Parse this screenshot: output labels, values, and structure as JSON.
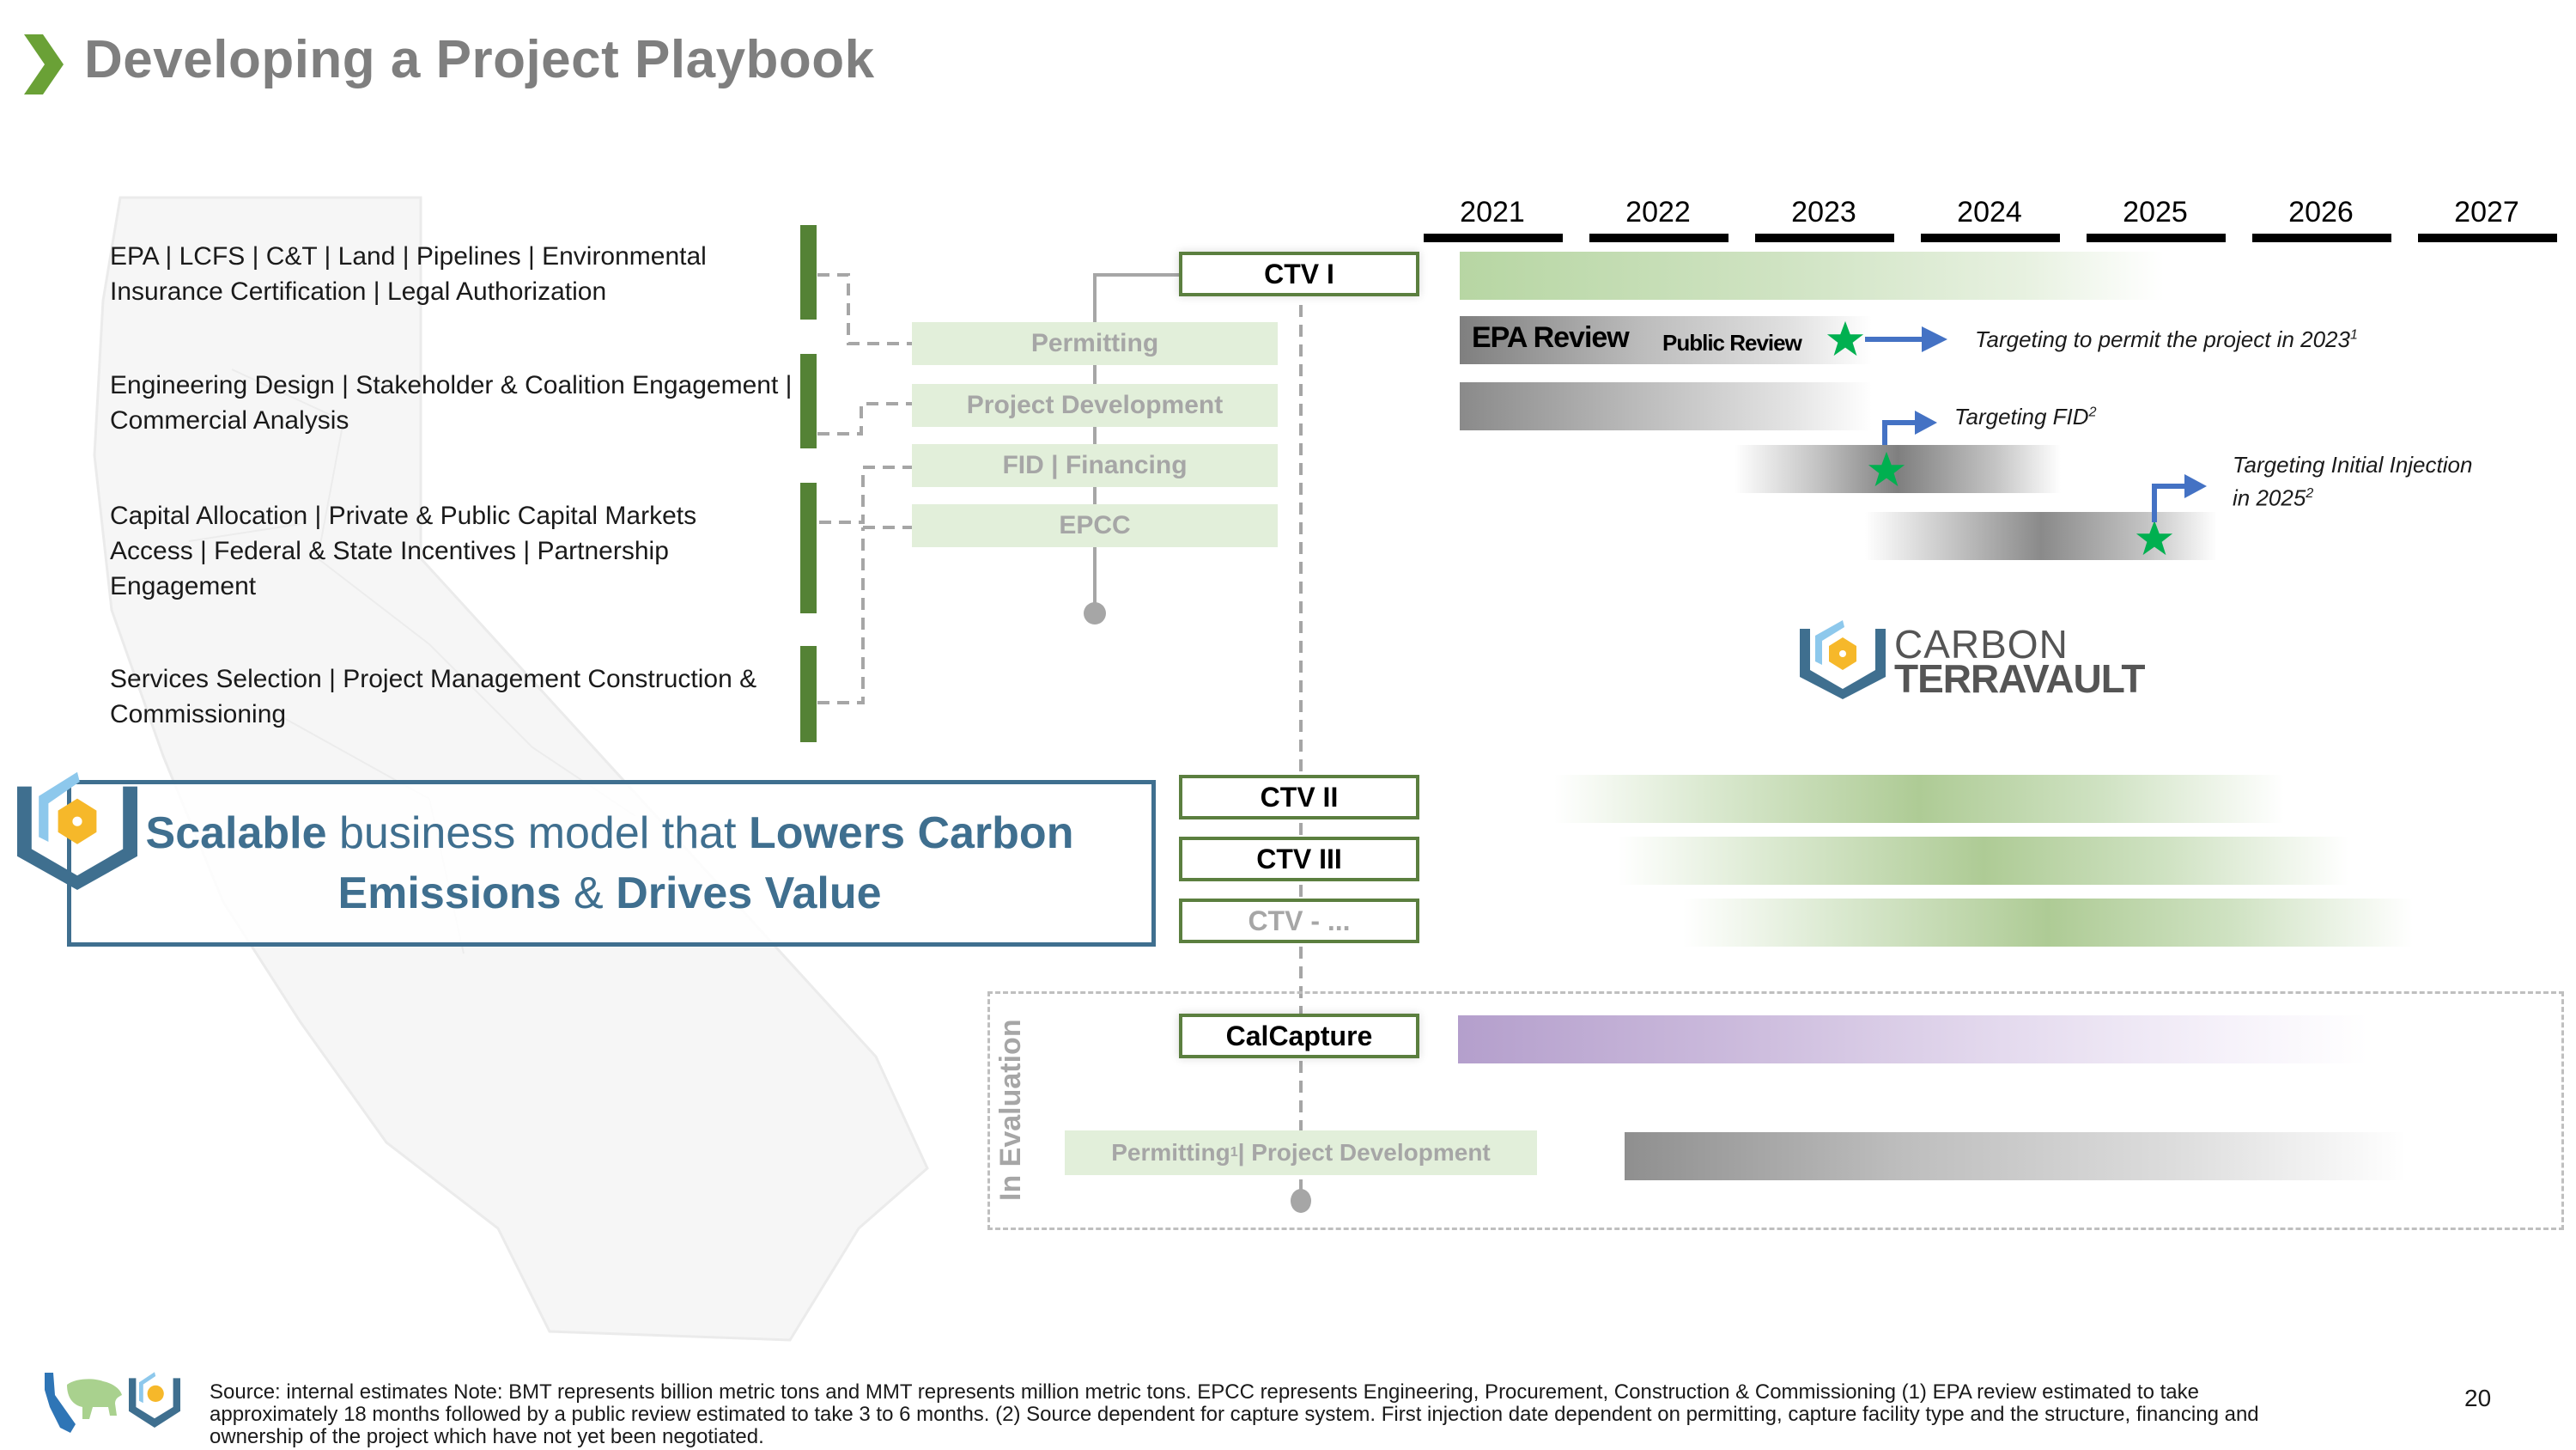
{
  "title": "Developing a Project Playbook",
  "categories": [
    {
      "text": "EPA | LCFS | C&T | Land | Pipelines | Environmental Insurance Certification | Legal Authorization"
    },
    {
      "text": "Engineering Design | Stakeholder & Coalition Engagement | Commercial Analysis"
    },
    {
      "text": "Capital Allocation | Private & Public Capital Markets Access | Federal & State Incentives | Partnership Engagement"
    },
    {
      "text": "Services Selection | Project Management  Construction & Commissioning"
    }
  ],
  "phases": [
    "Permitting",
    "Project Development",
    "FID | Financing",
    "EPCC"
  ],
  "projects": {
    "ctv1": "CTV I",
    "ctv2": "CTV II",
    "ctv3": "CTV III",
    "ctv_more": "CTV - ...",
    "calcapture": "CalCapture"
  },
  "timeline": {
    "years": [
      "2021",
      "2022",
      "2023",
      "2024",
      "2025",
      "2026",
      "2027"
    ],
    "epa_review_label": "EPA Review",
    "public_review_label": "Public Review",
    "notes": {
      "permit": "Targeting to permit the project in 2023",
      "permit_sup": "1",
      "fid": "Targeting FID",
      "fid_sup": "2",
      "injection_line1": "Targeting Initial Injection",
      "injection_line2": "in 2025",
      "injection_sup": "2"
    }
  },
  "logo": {
    "line1": "CARBON",
    "line2": "TERRAVAULT"
  },
  "strategy": {
    "w1": "Scalable",
    "w2": " business model that ",
    "w3": "Lowers Carbon",
    "w4": "Emissions",
    "w5": " & ",
    "w6": "Drives Value"
  },
  "evaluation": {
    "label": "In Evaluation",
    "phase_main": "Permitting",
    "phase_sup": "1",
    "phase_rest": " | Project Development"
  },
  "footer": {
    "text": "Source: internal estimates Note: BMT represents billion metric tons and MMT represents million metric tons. EPCC represents Engineering, Procurement, Construction & Commissioning (1) EPA review estimated to take approximately 18 months followed by a public review estimated to take 3 to 6 months. (2) Source dependent for capture system. First injection date dependent on permitting, capture facility type and the structure, financing and ownership of the project which have not yet been negotiated.",
    "page_number": "20"
  },
  "colors": {
    "accent_green": "#548235",
    "title_gray": "#7f7f7f",
    "brand_blue": "#3f6f8f",
    "star_green": "#00b050",
    "arrow_blue": "#4472c4"
  }
}
